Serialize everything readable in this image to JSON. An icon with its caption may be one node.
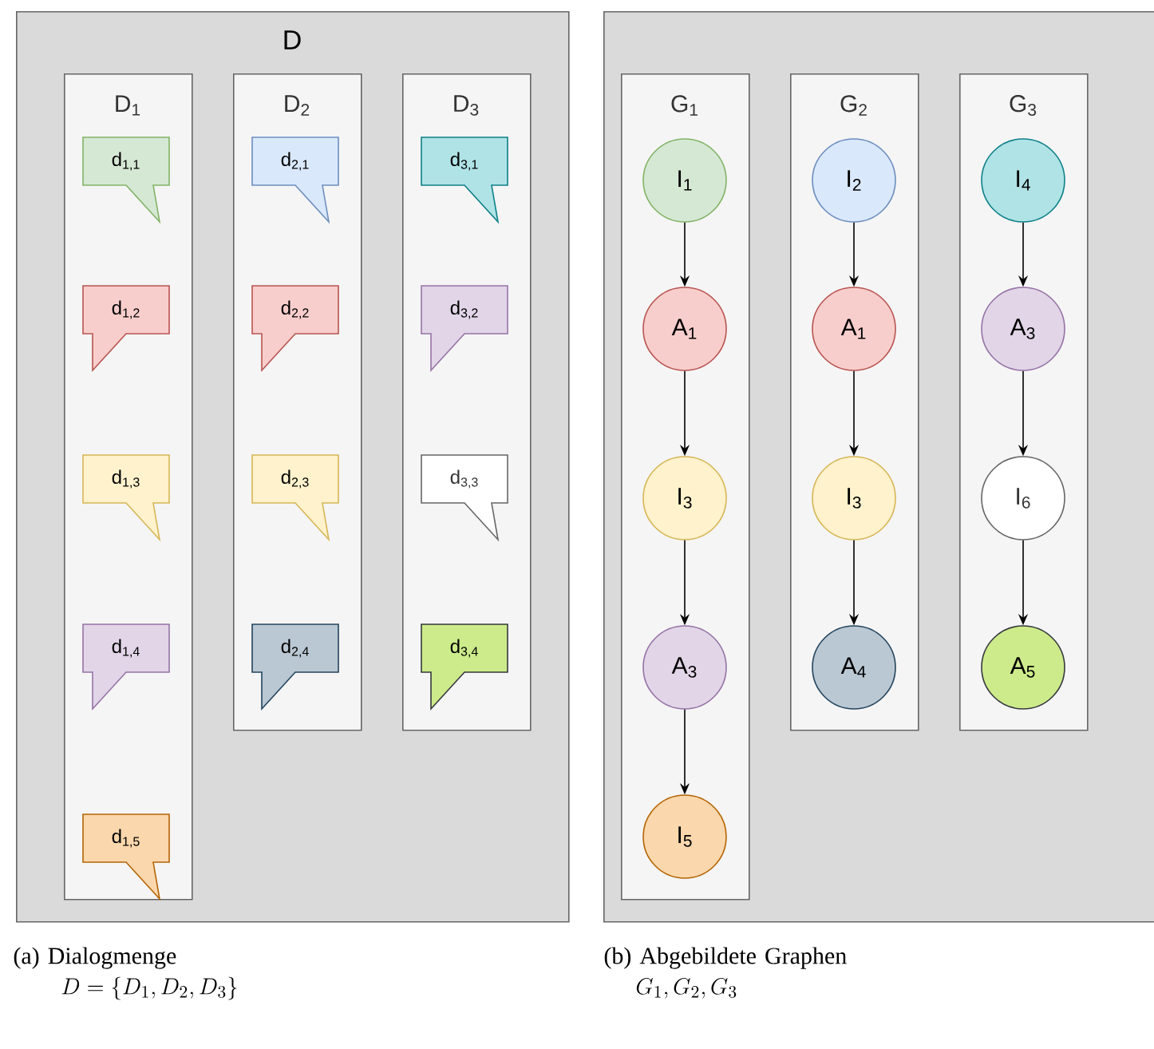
{
  "diagram": {
    "nodes": [
      {
        "text": [
          "D"
        ]
      },
      {
        "text": [
          "D$_{1}$"
        ],
        "in": 0
      },
      {
        "text": [
          "d$_{1,1}$"
        ],
        "in": 1
      },
      {
        "text": [
          "d$_{1,2}$"
        ],
        "in": 1
      },
      {
        "text": [
          "d$_{1,3}$"
        ],
        "in": 1
      },
      {
        "text": [
          "d$_{1,4}$"
        ],
        "in": 1
      },
      {
        "text": [
          "d$_{1,5}$"
        ],
        "in": 1
      },
      {
        "text": [
          "D$_{2}$"
        ],
        "in": 0
      },
      {
        "text": [
          "d$_{2,1}$"
        ],
        "in": 7
      },
      {
        "text": [
          "d$_{2,2}$"
        ],
        "in": 7
      },
      {
        "text": [
          "d$_{2,3}$"
        ],
        "in": 7
      },
      {
        "text": [
          "d$_{2,4}$"
        ],
        "in": 7
      },
      {
        "text": [
          "D$_{3}$"
        ],
        "in": 0
      },
      {
        "text": [
          "d$_{3,1}$"
        ],
        "in": 12
      },
      {
        "text": [
          "d$_{3,2}$"
        ],
        "in": 12
      },
      {
        "text": [
          "d$_{3,3}$"
        ],
        "in": 12
      },
      {
        "text": [
          "d$_{3,4}$"
        ],
        "in": 12
      },
      {
        "text": [],
        "shape": "box"
      },
      {
        "text": [
          "G$_{1}$"
        ],
        "in": 17
      },
      {
        "text": [
          "I$_{1}$"
        ],
        "in": 18
      },
      {
        "text": [
          "A$_{1}$"
        ],
        "in": 18
      },
      {
        "text": [
          "I$_{3}$"
        ],
        "in": 18
      },
      {
        "text": [
          "A$_{3}$"
        ],
        "in": 18
      },
      {
        "text": [
          "I$_{5}$"
        ],
        "in": 18
      },
      {
        "text": [
          "G$_{2}$"
        ],
        "in": 17
      },
      {
        "text": [
          "I$_{2}$"
        ],
        "in": 24
      },
      {
        "text": [
          "A$_{1}$"
        ],
        "in": 24
      },
      {
        "text": [
          "I$_{3}$"
        ],
        "in": 24
      },
      {
        "text": [
          "A$_{4}$"
        ],
        "in": 24
      },
      {
        "text": [
          "G$_{3}$"
        ],
        "in": 17
      },
      {
        "text": [
          "I$_{4}$"
        ],
        "in": 29
      },
      {
        "text": [
          "A$_{3}$"
        ],
        "in": 29
      },
      {
        "text": [
          "I$_{6}$"
        ],
        "in": 29
      },
      {
        "text": [
          "A$_{5}$"
        ],
        "in": 29
      }
    ],
    "edges": [
      {
        "from": 19,
        "to": 20,
        "arrow": "to"
      },
      {
        "from": 20,
        "to": 21,
        "arrow": "to"
      },
      {
        "from": 21,
        "to": 22,
        "arrow": "to"
      },
      {
        "from": 22,
        "to": 23,
        "arrow": "to"
      },
      {
        "from": 25,
        "to": 26,
        "arrow": "to"
      },
      {
        "from": 26,
        "to": 27,
        "arrow": "to"
      },
      {
        "from": 27,
        "to": 28,
        "arrow": "to"
      },
      {
        "from": 30,
        "to": 31,
        "arrow": "to"
      },
      {
        "from": 31,
        "to": 32,
        "arrow": "to"
      },
      {
        "from": 32,
        "to": 33,
        "arrow": "to"
      }
    ],
    "labels": [
      "(a) Dialogmenge",
      "D = \\{D_1, D_2, D_3\\}",
      "(b) Abgebildete Graphen",
      "G_1, G_2, G_3"
    ]
  }
}
